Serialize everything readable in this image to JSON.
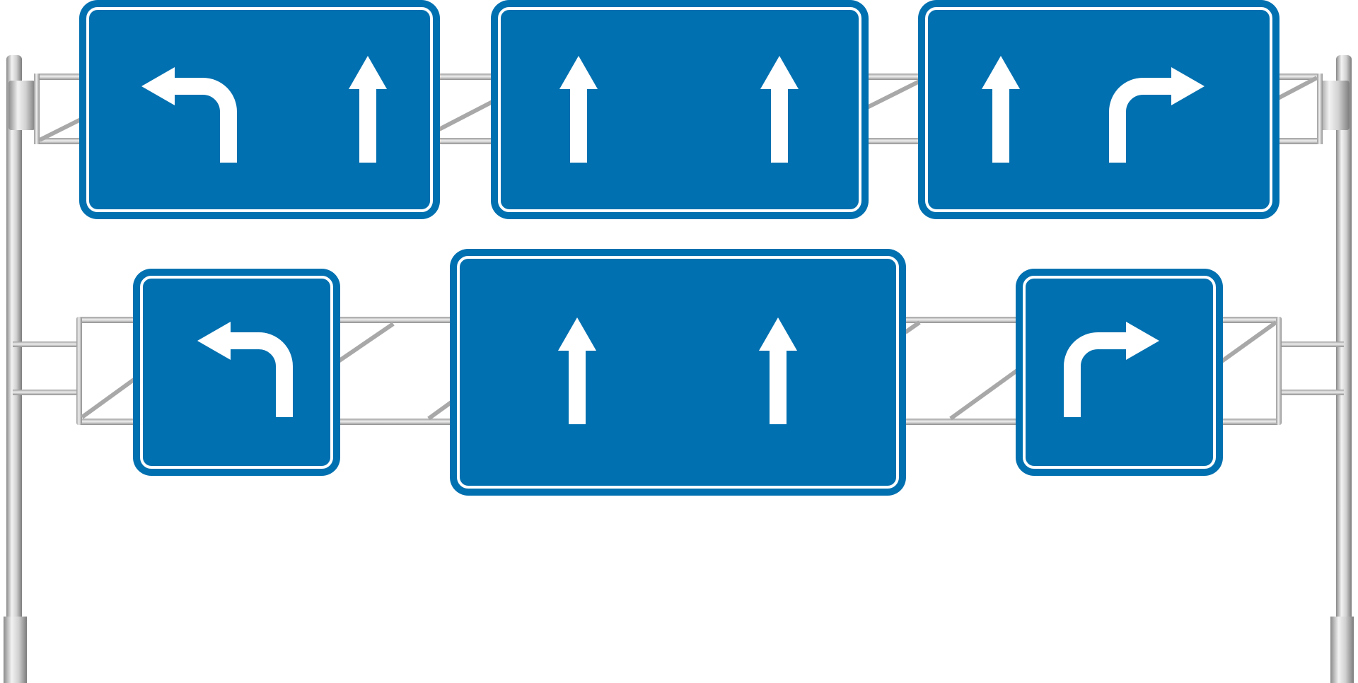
{
  "colors": {
    "sign_blue": "#0070b0",
    "sign_border": "#ffffff",
    "arrow": "#ffffff",
    "metal_light": "#e6e6e6",
    "metal_mid": "#b8b8b8",
    "metal_dark": "#8a8a8a"
  },
  "gantry": {
    "upper_row": [
      {
        "id": "upper-left",
        "arrows": [
          "turn-left",
          "straight"
        ]
      },
      {
        "id": "upper-middle",
        "arrows": [
          "straight",
          "straight"
        ]
      },
      {
        "id": "upper-right",
        "arrows": [
          "straight",
          "turn-right"
        ]
      }
    ],
    "lower_row": [
      {
        "id": "lower-left",
        "arrows": [
          "turn-left"
        ]
      },
      {
        "id": "lower-middle",
        "arrows": [
          "straight",
          "straight"
        ]
      },
      {
        "id": "lower-right",
        "arrows": [
          "turn-right"
        ]
      }
    ]
  }
}
